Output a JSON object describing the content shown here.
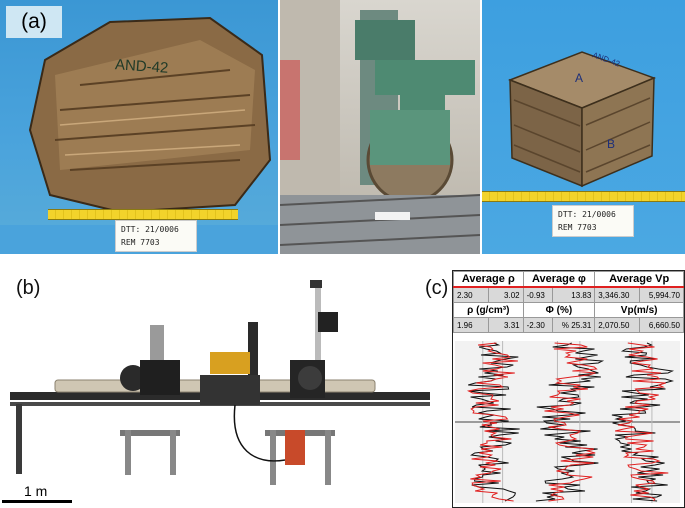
{
  "labels": {
    "panel_a": "(a)",
    "panel_b": "(b)",
    "panel_c": "(c)",
    "scale": "1 m"
  },
  "rock": {
    "sample_marking": "AND-42",
    "note_line1": "DTT: 21/0006",
    "note_line2": "REM 7703"
  },
  "cube": {
    "sample_marking": "AND-42",
    "note_line1": "DTT: 21/0006",
    "note_line2": "REM 7703"
  },
  "stats": {
    "headers": [
      "Average ρ",
      "Average φ",
      "Average Vp"
    ],
    "row1": [
      "2.30",
      "3.02",
      "-0.93",
      "13.83",
      "3,346.30",
      "5,994.70"
    ],
    "units": [
      "ρ (g/cm³)",
      "Φ (%)",
      "Vp(m/s)"
    ],
    "row2": [
      "1.96",
      "3.31",
      "-2.30",
      "%",
      "25.31",
      "2,070.50",
      "6,660.50"
    ]
  },
  "colors": {
    "log_red": "#e02020",
    "log_black": "#111111"
  }
}
